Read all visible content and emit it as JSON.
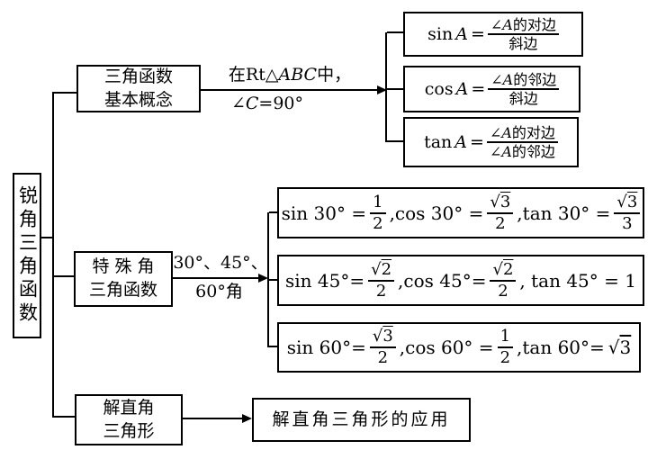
{
  "root": {
    "label": "锐角三角函数"
  },
  "glyphs": {
    "sqrt": "√"
  },
  "branch_basic": {
    "box_line1": "三角函数",
    "box_line2": "基本概念",
    "arrow_label_pre": "在Rt△",
    "arrow_label_var": "ABC",
    "arrow_label_post": "中，",
    "arrow_label_line2_var": "∠C",
    "arrow_label_line2_post": "=90°",
    "sin": {
      "fn": "sin",
      "var": "A",
      "eq": "=",
      "num_var": "∠A",
      "num_post": "的对边",
      "den": "斜边"
    },
    "cos": {
      "fn": "cos",
      "var": "A",
      "eq": "=",
      "num_var": "∠A",
      "num_post": "的邻边",
      "den": "斜边"
    },
    "tan": {
      "fn": "tan",
      "var": "A",
      "eq": "=",
      "num_var": "∠A",
      "num_post": "的对边",
      "den_var": "∠A",
      "den_post": "的邻边"
    }
  },
  "branch_special": {
    "box_line1": "特 殊 角",
    "box_line2": "三角函数",
    "arrow_label_line1": "30°、45°、",
    "arrow_label_line2": "60°角",
    "deg30": {
      "p1_lhs": "sin 30° =",
      "p1_num": "1",
      "p1_den": "2",
      "p2_lhs": ",cos 30° =",
      "p2_rad": "3",
      "p2_den": "2",
      "p3_lhs": ",tan 30° =",
      "p3_rad": "3",
      "p3_den": "3"
    },
    "deg45": {
      "p1_lhs": "sin 45°=",
      "p1_rad": "2",
      "p1_den": "2",
      "p2_lhs": ",cos 45°=",
      "p2_rad": "2",
      "p2_den": "2",
      "p3_lhs": ", tan 45° = 1"
    },
    "deg60": {
      "p1_lhs": "sin 60°=",
      "p1_rad": "3",
      "p1_den": "2",
      "p2_lhs": ",cos 60° =",
      "p2_num": "1",
      "p2_den": "2",
      "p3_lhs": ",tan 60°=",
      "p3_rad": "3"
    }
  },
  "branch_solve": {
    "box_line1": "解直角",
    "box_line2": "三角形",
    "app_label": "解直角三角形的应用"
  }
}
